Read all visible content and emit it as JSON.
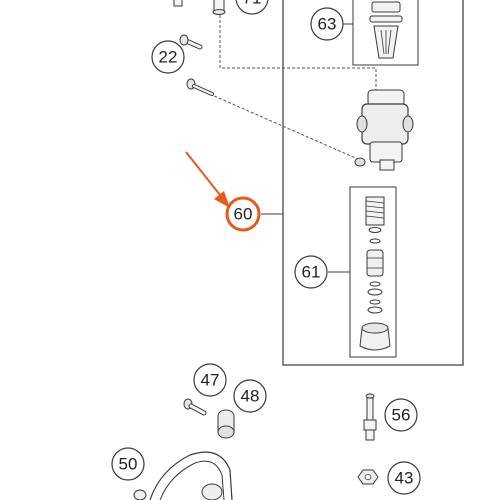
{
  "diagram": {
    "accent_color": "#e85a1b",
    "line_color": "#3a3a3a",
    "highlighted_part": "60",
    "callouts": {
      "c71": "71",
      "c63": "63",
      "c22": "22",
      "c60": "60",
      "c61": "61",
      "c47": "47",
      "c48": "48",
      "c56": "56",
      "c50": "50",
      "c43": "43"
    }
  }
}
